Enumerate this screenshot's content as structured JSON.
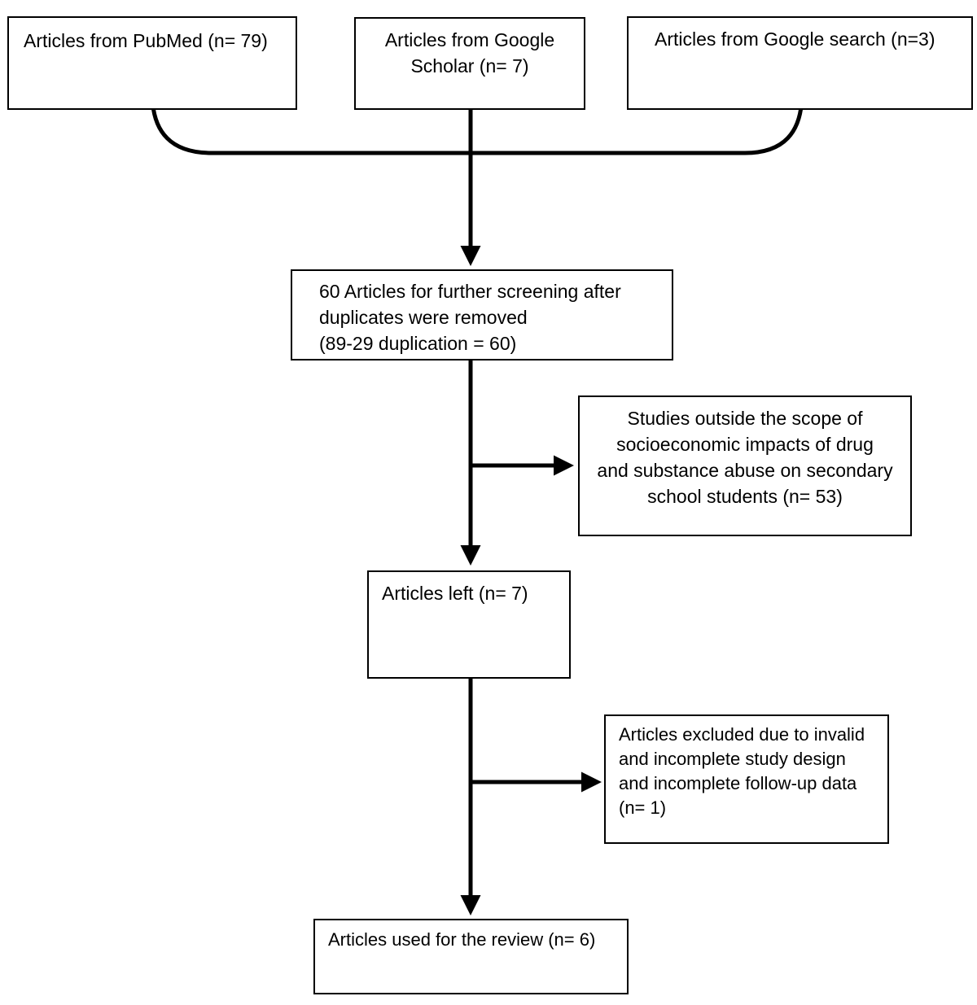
{
  "boxes": {
    "pubmed": "Articles from PubMed (n= 79)",
    "google_scholar": "Articles from Google\nScholar (n= 7)",
    "google_search": "Articles from Google search (n=3)",
    "screening": "60 Articles for further screening after\n      duplicates were removed\n    (89-29 duplication = 60)",
    "outside_scope": "Studies outside the scope of\nsocioeconomic impacts of drug\nand substance abuse on secondary\nschool students (n= 53)",
    "articles_left": "Articles left (n= 7)",
    "excluded_design": "Articles excluded due to invalid\nand incomplete study design\nand incomplete follow-up data\n(n= 1)",
    "used_for_review": "Articles used for the review (n= 6)"
  }
}
